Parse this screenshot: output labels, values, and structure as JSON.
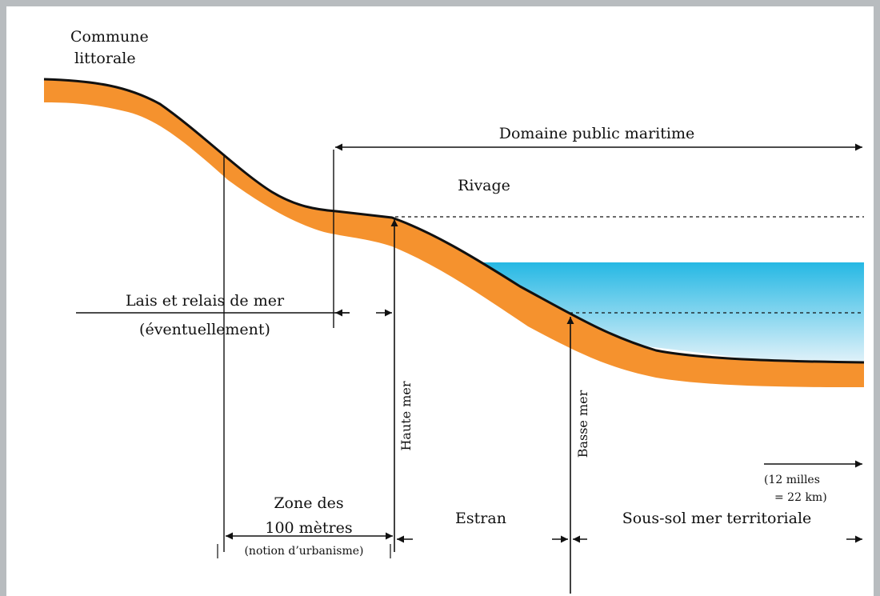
{
  "labels": {
    "commune_line1": "Commune",
    "commune_line2": "littorale",
    "domaine_public": "Domaine public maritime",
    "rivage": "Rivage",
    "lais_line1": "Lais et relais de mer",
    "lais_line2": "(éventuellement)",
    "haute_mer": "Haute mer",
    "basse_mer": "Basse mer",
    "milles_line1": "(12 milles",
    "milles_line2": "= 22 km)",
    "zone_line1": "Zone des",
    "zone_line2": "100 mètres",
    "zone_line3": "(notion d’urbanisme)",
    "estran": "Estran",
    "sous_sol": "Sous-sol mer territoriale"
  },
  "colors": {
    "ground": "#f5922e",
    "sea_top": "#25b8e4",
    "sea_bottom": "#dff1f9",
    "line": "#111111",
    "frame": "#b8bcbf"
  }
}
